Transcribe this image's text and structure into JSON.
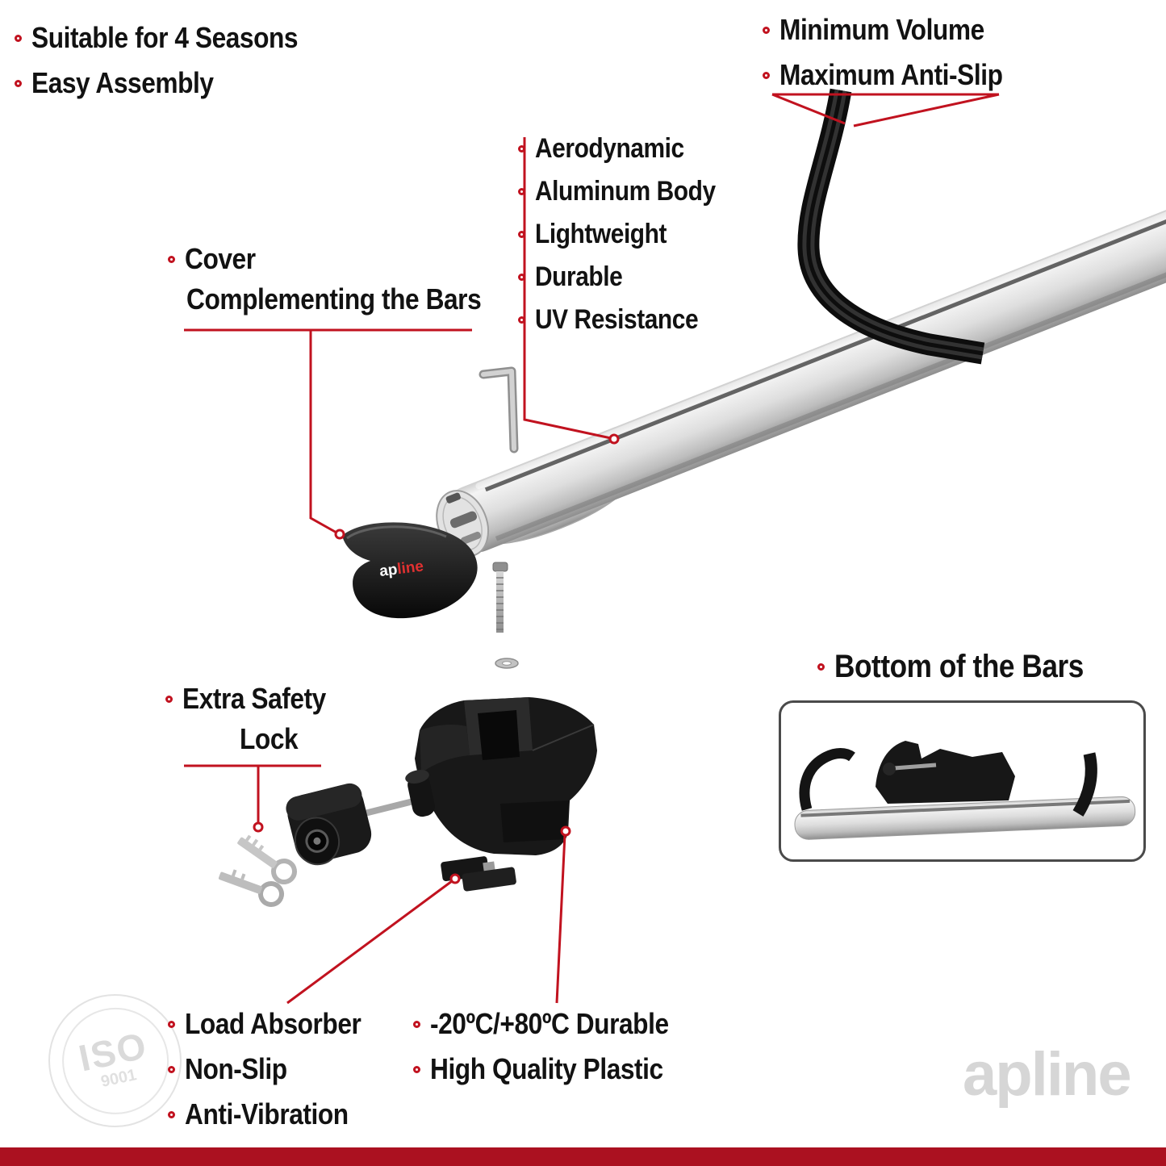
{
  "colors": {
    "accent_red": "#c1121f",
    "bottom_strip": "#ab1120",
    "text": "#121212",
    "watermark_gray": "#d6d6d6"
  },
  "top_left_features": [
    "Suitable for 4 Seasons",
    "Easy Assembly"
  ],
  "top_right_features": [
    "Minimum Volume",
    "Maximum Anti-Slip"
  ],
  "bar_features": [
    "Aerodynamic",
    "Aluminum Body",
    "Lightweight",
    "Durable",
    "UV Resistance"
  ],
  "cover_callout": {
    "line1": "Cover",
    "line2": "Complementing the Bars"
  },
  "lock_callout": {
    "line1": "Extra Safety",
    "line2": "Lock"
  },
  "bottom_bars_callout": "Bottom of the Bars",
  "foot_features": [
    "Load Absorber",
    "Non-Slip",
    "Anti-Vibration"
  ],
  "plastic_features": [
    "-20ºC/+80ºC Durable",
    "High Quality Plastic"
  ],
  "brand_logo": {
    "part1": "ap",
    "part2": "line"
  },
  "watermark": {
    "part1": "ap",
    "part2": "line"
  },
  "iso_stamp": {
    "title": "ISO",
    "subtitle": "9001"
  }
}
